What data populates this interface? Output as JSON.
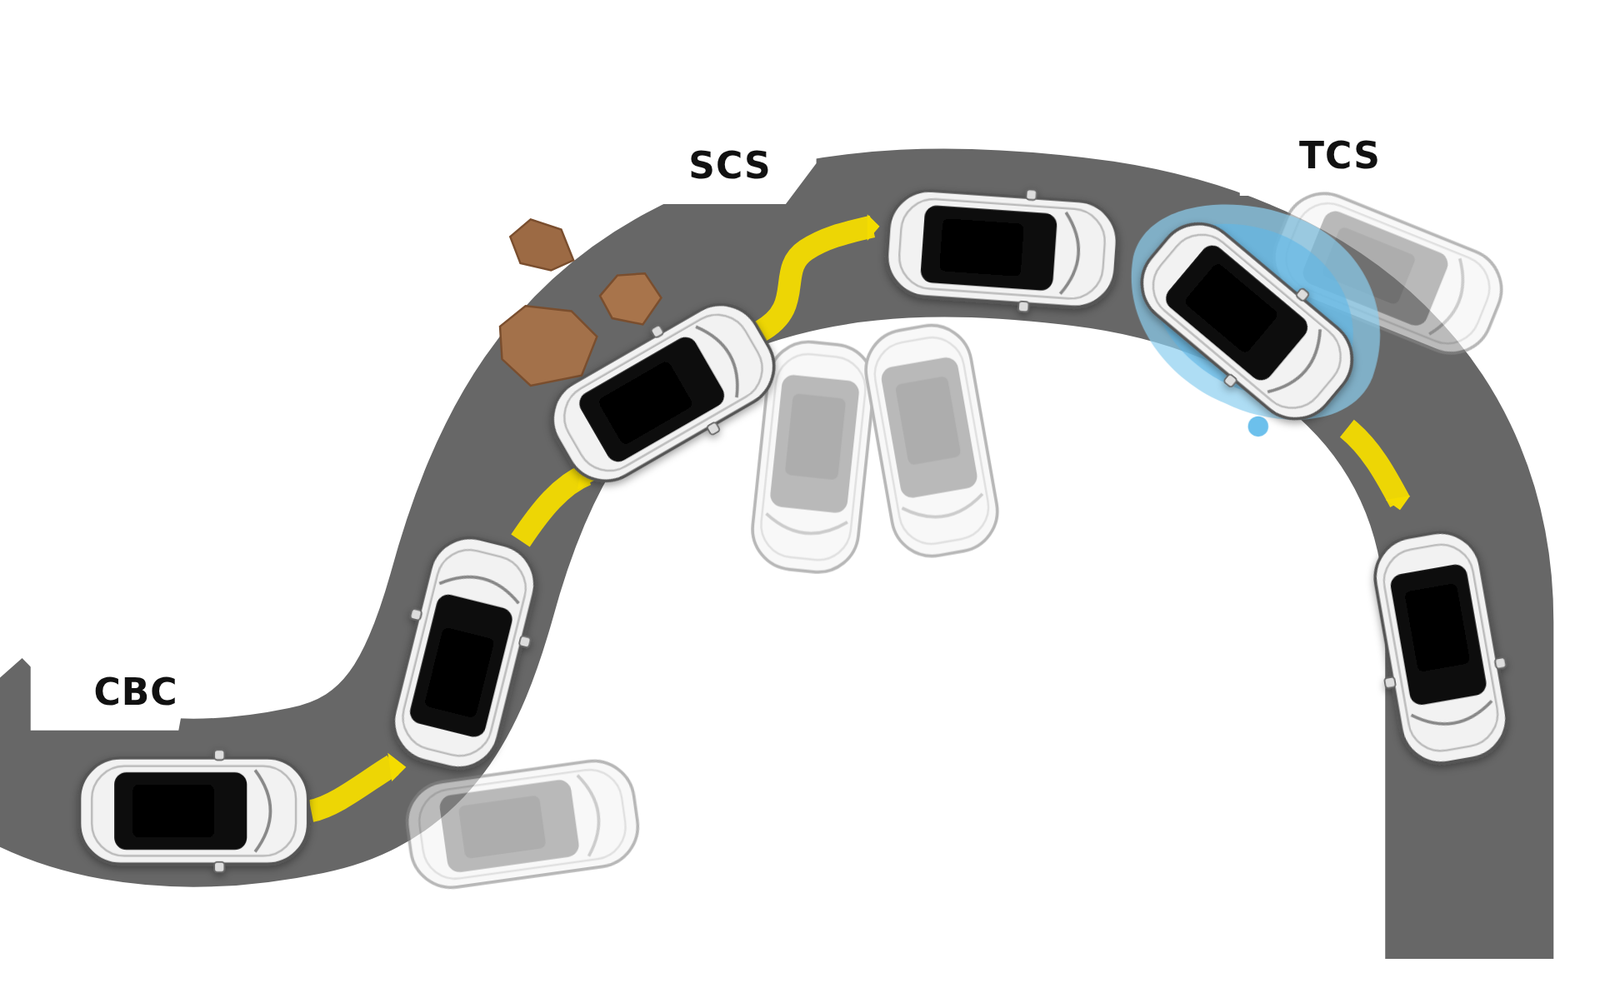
{
  "diagram": {
    "labels": [
      "CBC",
      "SCS",
      "TCS"
    ]
  }
}
